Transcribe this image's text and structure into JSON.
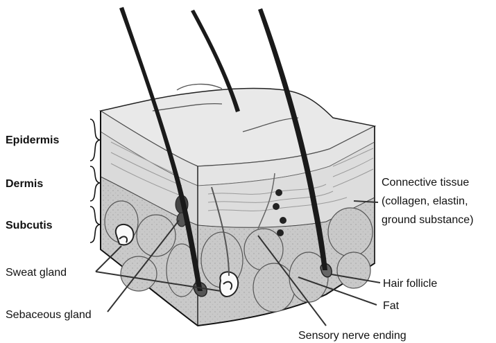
{
  "labels": {
    "epidermis": "Epidermis",
    "dermis": "Dermis",
    "subcutis": "Subcutis",
    "sweat_gland": "Sweat gland",
    "sebaceous_gland": "Sebaceous gland",
    "sensory_nerve_ending": "Sensory nerve ending",
    "connective_tissue_1": "Connective tissue",
    "connective_tissue_2": "(collagen, elastin,",
    "connective_tissue_3": "ground substance)",
    "hair_follicle": "Hair follicle",
    "fat": "Fat"
  }
}
